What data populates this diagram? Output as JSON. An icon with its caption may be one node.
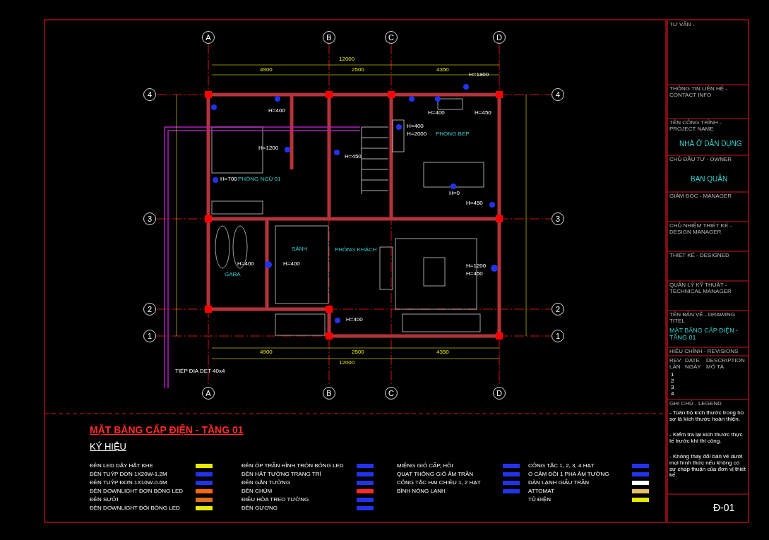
{
  "diagram": {
    "title": "MẶT BẰNG CẤP ĐIỆN - TẦNG 01",
    "nodes": [
      {
        "text": [
          "A"
        ]
      },
      {
        "text": [
          "B"
        ]
      },
      {
        "text": [
          "C"
        ]
      },
      {
        "text": [
          "D"
        ]
      },
      {
        "text": [
          "4"
        ]
      },
      {
        "text": [
          "3"
        ]
      },
      {
        "text": [
          "2"
        ]
      },
      {
        "text": [
          "1"
        ]
      },
      {
        "text": [
          "4"
        ]
      },
      {
        "text": [
          "3"
        ]
      },
      {
        "text": [
          "2"
        ]
      },
      {
        "text": [
          "1"
        ]
      },
      {
        "text": [
          "A"
        ]
      },
      {
        "text": [
          "B"
        ]
      },
      {
        "text": [
          "C"
        ]
      },
      {
        "text": [
          "D"
        ]
      }
    ],
    "edges": [],
    "labels": [
      "KÝ HIỆU",
      "PHÒNG NGỦ 01",
      "PHÒNG BẾP",
      "SẢNH",
      "PHÒNG KHÁCH",
      "GARA",
      "12000",
      "4900",
      "2500",
      "4350",
      "4900",
      "2500",
      "4350",
      "12000",
      "H=400",
      "H=1200",
      "H=700",
      "H=450",
      "H=400",
      "H=400",
      "H=400",
      "H=1200",
      "H=450",
      "H=450",
      "H=0",
      "H=1800",
      "H=400",
      "H=450",
      "H=400",
      "H=2000",
      "TIẾP ĐỊA DẸT 40x4",
      "TƯ VẤN -",
      "THÔNG TIN LIÊN HỆ - CONTACT INFO",
      "TÊN CÔNG TRÌNH - PROJECT NAME",
      "NHÀ Ở DÂN DỤNG",
      "CHỦ ĐẦU TƯ - OWNER",
      "BẠN QUÂN",
      "GIÁM ĐỐC - MANAGER",
      "CHỦ NHIỆM THIẾT KẾ - DESIGN MANAGER",
      "THIẾT KẾ - DESIGNED",
      "QUẢN LÝ KỸ THUẬT - TECHNICAL MANAGER",
      "TÊN BẢN VẼ - DRAWING TITEL",
      "MẶT BẰNG CẤP ĐIỆN - TẦNG 01",
      "HIỆU CHỈNH - REVISIONS",
      "REV. LẦN",
      "DATE NGÀY",
      "DESCRIPTION MÔ TẢ",
      "1",
      "2",
      "3",
      "4",
      "GHI CHÚ - LEGEND",
      "- Toàn bộ kích thước trong hồ sơ là kích thước hoàn thiện.",
      "- Kiểm tra lại kích thước thực tế trước khi thi công.",
      "- Không thay đổi bản vẽ dưới mọi hình thức nếu không có sự chấp thuận của đơn vị thiết kế.",
      "Đ-01"
    ],
    "legend": [
      {
        "text": "ĐÈN LED DÂY HẮT KHE"
      },
      {
        "text": "ĐÈN TUÝP ĐƠN 1X20W-1.2M"
      },
      {
        "text": "ĐÈN TUÝP ĐƠN 1X10W-0.6M"
      },
      {
        "text": "ĐÈN DOWNLIGHT ĐƠN BÓNG LED"
      },
      {
        "text": "ĐÈN SƯỞI"
      },
      {
        "text": "ĐÈN DOWNLIGHT ĐÔI BÓNG LED"
      },
      {
        "text": "ĐÈN ỐP TRẦN HÌNH TRÒN BÓNG LED"
      },
      {
        "text": "ĐÈN HẮT TƯỜNG TRANG TRÍ"
      },
      {
        "text": "ĐÈN GẮN TƯỜNG"
      },
      {
        "text": "ĐÈN CHÙM"
      },
      {
        "text": "ĐIỀU HÒA TREO TƯỜNG"
      },
      {
        "text": "ĐÈN GƯƠNG"
      },
      {
        "text": "MIỆNG GIÓ CẤP, HỒI"
      },
      {
        "text": "QUẠT THÔNG GIÓ ÂM TRẦN"
      },
      {
        "text": "CÔNG TẮC HAI CHIỀU 1, 2 HẠT"
      },
      {
        "text": "BÌNH NÓNG LẠNH"
      },
      {
        "text": "CÔNG TẮC 1, 2, 3, 4 HẠT"
      },
      {
        "text": "Ổ CẮM ĐÔI 1 PHA ÂM TƯỜNG"
      },
      {
        "text": "DÀN LẠNH GIẤU TRẦN"
      },
      {
        "text": "ATTOMAT"
      },
      {
        "text": "TỦ ĐIỆN"
      }
    ]
  }
}
